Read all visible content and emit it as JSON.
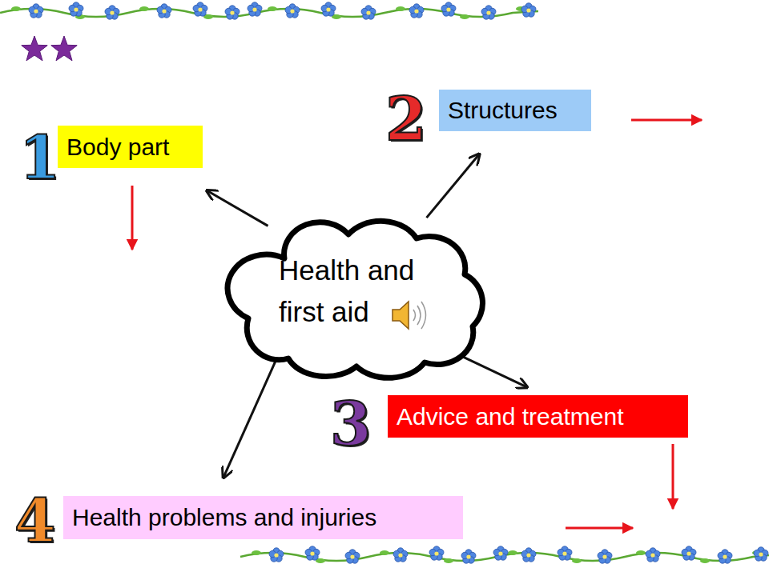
{
  "diagram": {
    "nodes": [
      {
        "text": [
          "Health and first aid"
        ]
      },
      {
        "text": [
          "Body part"
        ]
      },
      {
        "text": [
          "Structures"
        ]
      },
      {
        "text": [
          "Advice and treatment"
        ]
      },
      {
        "text": [
          "Health problems and injuries"
        ]
      }
    ],
    "edges": [
      {
        "from": 0,
        "to": 1,
        "arrow": "to"
      },
      {
        "from": 0,
        "to": 2,
        "arrow": "to"
      },
      {
        "from": 0,
        "to": 3,
        "arrow": "to"
      },
      {
        "from": 0,
        "to": 4,
        "arrow": "to"
      }
    ],
    "labels": [
      "1",
      "2",
      "3",
      "4"
    ]
  }
}
